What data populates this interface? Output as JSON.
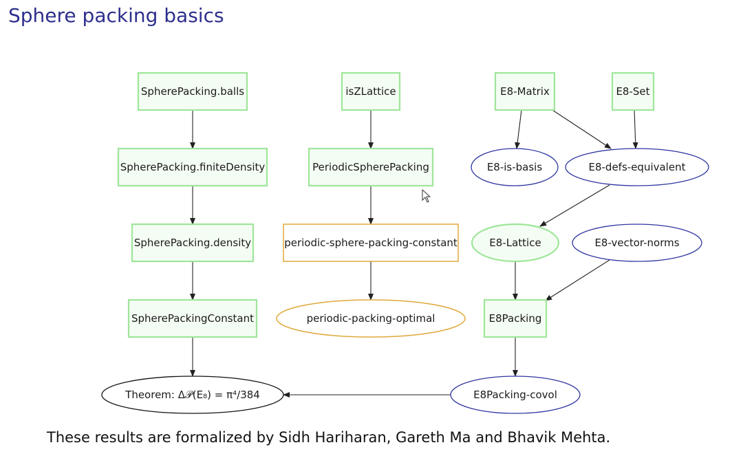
{
  "page": {
    "title": "Sphere packing basics",
    "footer": "These results are formalized by Sidh Hariharan, Gareth Ma and Bhavik Mehta."
  },
  "colors": {
    "title": "#2e2f8c",
    "proved": "#9ee69a",
    "proved_fill": "#f4fdf3",
    "stated": "#2e35a0",
    "ready": "#e0a838",
    "theorem": "#111111",
    "edge": "#222222"
  },
  "nodes": [
    {
      "id": "balls",
      "label": "SpherePacking.balls",
      "shape": "rect",
      "status": "proved"
    },
    {
      "id": "finiteDensity",
      "label": "SpherePacking.finiteDensity",
      "shape": "rect",
      "status": "proved"
    },
    {
      "id": "density",
      "label": "SpherePacking.density",
      "shape": "rect",
      "status": "proved"
    },
    {
      "id": "constant",
      "label": "SpherePackingConstant",
      "shape": "rect",
      "status": "proved"
    },
    {
      "id": "theorem",
      "label": "Theorem: Δ𝒫(E₈) = π⁴/384",
      "shape": "ellipse",
      "status": "theorem"
    },
    {
      "id": "isZLattice",
      "label": "isZLattice",
      "shape": "rect",
      "status": "proved"
    },
    {
      "id": "periodic",
      "label": "PeriodicSpherePacking",
      "shape": "rect",
      "status": "proved"
    },
    {
      "id": "psp_constant",
      "label": "periodic-sphere-packing-constant",
      "shape": "rect",
      "status": "ready"
    },
    {
      "id": "pp_optimal",
      "label": "periodic-packing-optimal",
      "shape": "ellipse",
      "status": "ready"
    },
    {
      "id": "e8matrix",
      "label": "E8-Matrix",
      "shape": "rect",
      "status": "proved"
    },
    {
      "id": "e8set",
      "label": "E8-Set",
      "shape": "rect",
      "status": "proved"
    },
    {
      "id": "e8basis",
      "label": "E8-is-basis",
      "shape": "ellipse",
      "status": "stated"
    },
    {
      "id": "e8defs",
      "label": "E8-defs-equivalent",
      "shape": "ellipse",
      "status": "stated"
    },
    {
      "id": "e8lattice",
      "label": "E8-Lattice",
      "shape": "ellipse",
      "status": "proved"
    },
    {
      "id": "e8norms",
      "label": "E8-vector-norms",
      "shape": "ellipse",
      "status": "stated"
    },
    {
      "id": "e8packing",
      "label": "E8Packing",
      "shape": "rect",
      "status": "proved"
    },
    {
      "id": "e8covol",
      "label": "E8Packing-covol",
      "shape": "ellipse",
      "status": "stated"
    }
  ],
  "edges": [
    {
      "from": "balls",
      "to": "finiteDensity"
    },
    {
      "from": "finiteDensity",
      "to": "density"
    },
    {
      "from": "density",
      "to": "constant"
    },
    {
      "from": "constant",
      "to": "theorem"
    },
    {
      "from": "isZLattice",
      "to": "periodic"
    },
    {
      "from": "periodic",
      "to": "psp_constant"
    },
    {
      "from": "psp_constant",
      "to": "pp_optimal"
    },
    {
      "from": "e8matrix",
      "to": "e8basis"
    },
    {
      "from": "e8matrix",
      "to": "e8defs"
    },
    {
      "from": "e8set",
      "to": "e8defs"
    },
    {
      "from": "e8defs",
      "to": "e8lattice"
    },
    {
      "from": "e8lattice",
      "to": "e8packing"
    },
    {
      "from": "e8norms",
      "to": "e8packing"
    },
    {
      "from": "e8packing",
      "to": "e8covol"
    },
    {
      "from": "e8covol",
      "to": "theorem"
    }
  ]
}
